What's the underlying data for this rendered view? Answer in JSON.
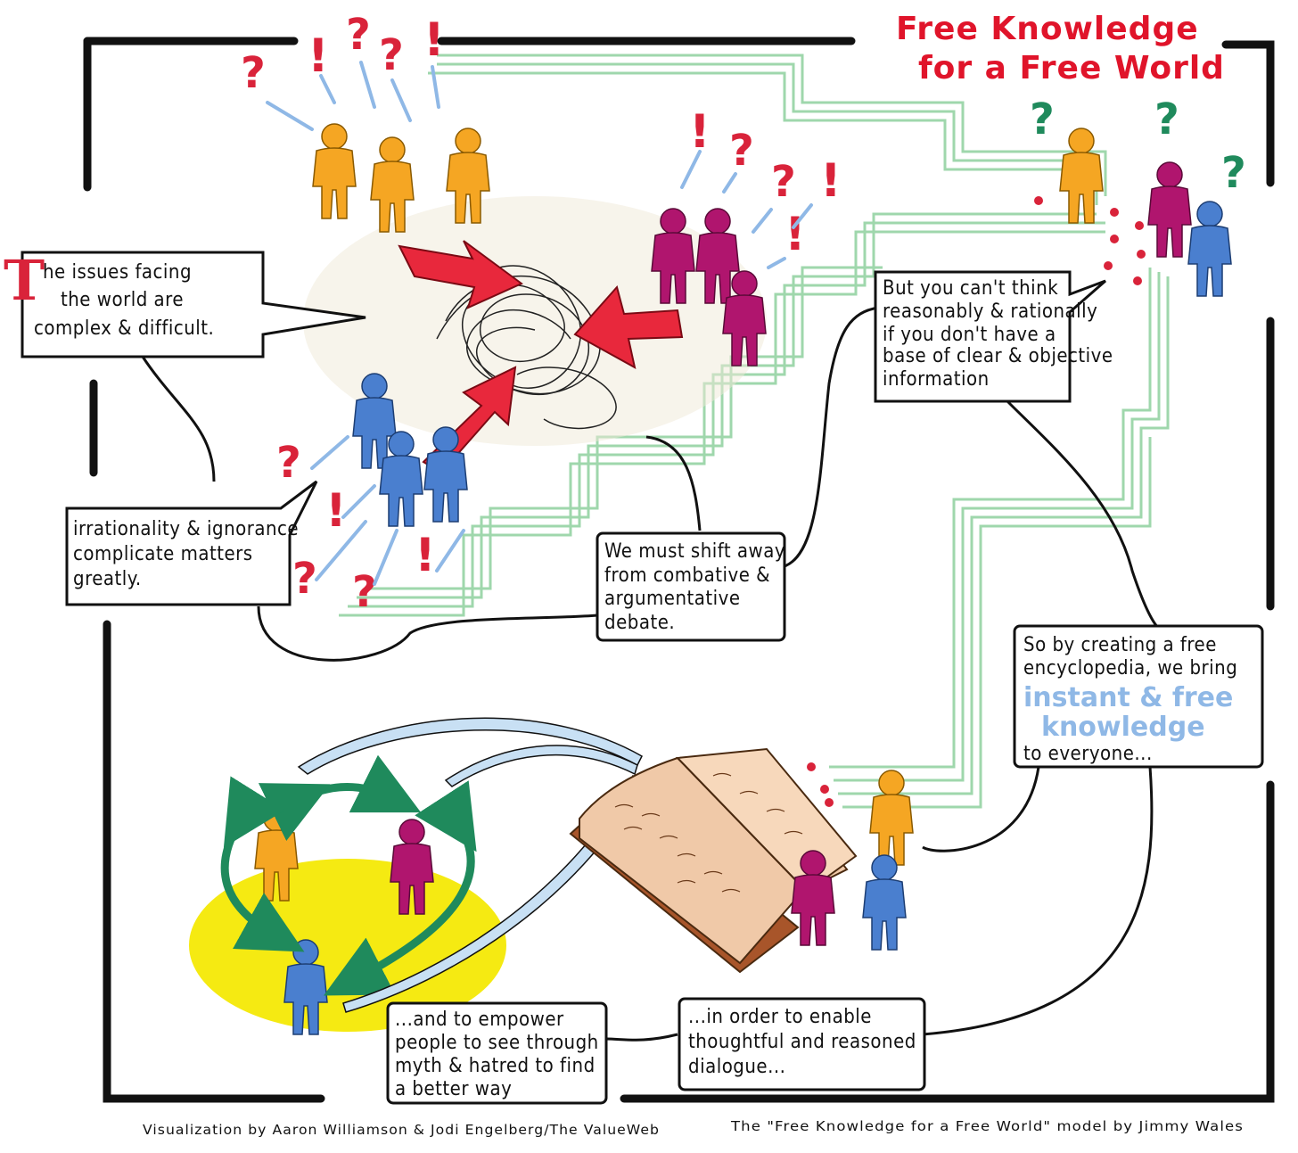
{
  "title": {
    "line1": "Free Knowledge",
    "line2": "for a Free World"
  },
  "bubbles": {
    "issues": {
      "first_letter": "T",
      "lines": [
        "he issues facing",
        "the world are",
        "complex & difficult."
      ]
    },
    "irrationality": {
      "lines": [
        "irrationality & ignorance",
        "complicate matters",
        "greatly."
      ]
    },
    "shift": {
      "lines": [
        "We must shift away",
        "from combative &",
        "argumentative",
        "debate."
      ]
    },
    "reasonably": {
      "lines": [
        "But you can't think",
        "reasonably & rationally",
        "if you don't have a",
        "base of clear & objective",
        "information"
      ]
    },
    "encyclopedia": {
      "lines": [
        "So by creating a free",
        "encyclopedia, we bring"
      ],
      "highlight_lines": [
        "instant & free",
        "knowledge"
      ],
      "end_line": "to everyone..."
    },
    "dialogue": {
      "lines": [
        "...in order to enable",
        "thoughtful and reasoned",
        "dialogue..."
      ]
    },
    "empower": {
      "lines": [
        "...and to empower",
        "people to see through",
        "myth & hatred to find",
        "a better way"
      ]
    }
  },
  "credits": {
    "left": "Visualization by Aaron Williamson & Jodi Engelberg/The ValueWeb",
    "right": "The \"Free Knowledge for a Free World\" model by Jimmy Wales"
  },
  "marks": {
    "question": "?",
    "exclaim": "!"
  },
  "colors": {
    "title_red": "#e0142a",
    "arrow_red": "#e8283c",
    "orange_person": "#f5a623",
    "magenta_person": "#b0156e",
    "blue_person": "#4a7fcf",
    "green_circuit": "#8fd19e",
    "teal_arrow": "#1f8a5c",
    "highlight_blue": "#8fb8e6",
    "yellow_spot": "#f5ea12",
    "book": "#f0c9a8"
  }
}
